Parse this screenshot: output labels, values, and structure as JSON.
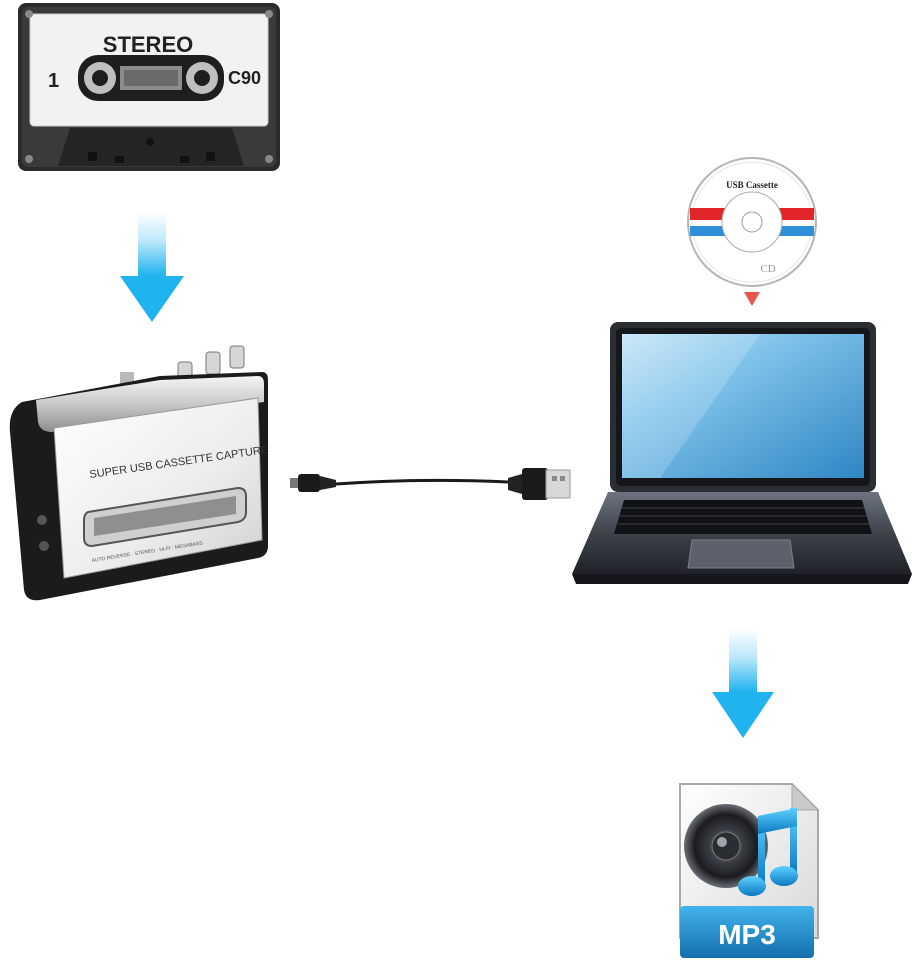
{
  "cassette": {
    "brand_text": "STEREO",
    "side_text": "1",
    "length_text": "C90"
  },
  "player": {
    "label_text": "SUPER USB CASSETTE CAPTURE",
    "fine_print": "AUTO REVERSE · STEREO · HI-FI · MEGABASS"
  },
  "cd": {
    "label_text": "USB Cassette",
    "logo_text": "CD"
  },
  "mp3_file": {
    "label_text": "MP3"
  },
  "colors": {
    "arrow_blue": "#1fb3ef",
    "arrow_light": "#e9f8fe",
    "cd_red": "#e0252b",
    "cd_blue": "#2f8fd8",
    "down_arrow_red": "#e8574d",
    "mp3_label": "#1e8fc9"
  },
  "icons": [
    "cassette-tape-icon",
    "usb-cable-icon",
    "laptop-icon",
    "cd-disc-icon",
    "speaker-icon",
    "music-note-icon",
    "down-arrow-icon"
  ]
}
